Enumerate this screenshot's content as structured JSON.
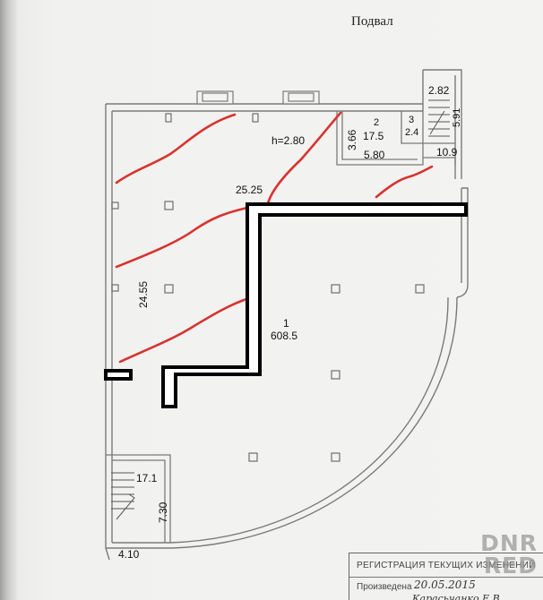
{
  "title": "Подвал",
  "labels": {
    "dim_2_82": "2.82",
    "dim_5_91": "5.91",
    "room2_num": "2",
    "room2_area": "17.5",
    "room3_num": "3",
    "room3_area": "2.4",
    "dim_3_66": "3.66",
    "dim_5_80": "5.80",
    "room_10_9": "10.9",
    "height": "h=2.80",
    "dim_25_25": "25.25",
    "dim_24_55": "24.55",
    "room1_num": "1",
    "room1_area": "608.5",
    "room_17_1": "17.1",
    "dim_7_30": "7.30",
    "dim_4_10": "4.10"
  },
  "stamp": {
    "title": "РЕГИСТРАЦИЯ ТЕКУЩИХ ИЗМЕНЕНИЙ",
    "made_label": "Произведена",
    "date": "20.05.2015",
    "signature": "Карасьчанко Е.В."
  },
  "watermark": {
    "line1": "DNR",
    "line2": "RED"
  },
  "colors": {
    "wall": "#7a7a7a",
    "marker_red": "#d8332f",
    "new_wall": "#000000"
  }
}
